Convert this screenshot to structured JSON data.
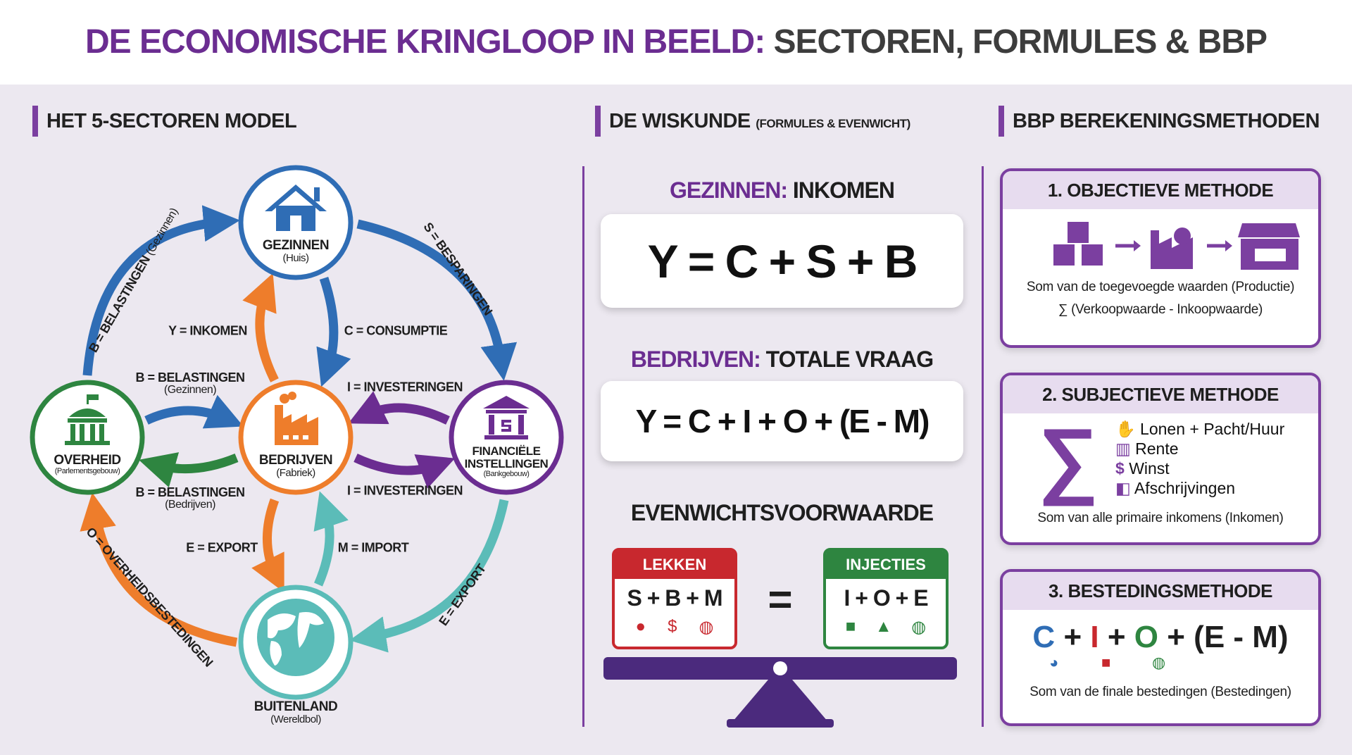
{
  "title": {
    "part1": "DE ECONOMISCHE KRINGLOOP IN BEELD:",
    "part2": "SECTOREN, FORMULES & BBP"
  },
  "sections": {
    "left": "HET 5-SECTOREN MODEL",
    "middle": "DE WISKUNDE",
    "middle_sub": "(FORMULES & EVENWICHT)",
    "right": "BBP BEREKENINGSMETHODEN"
  },
  "colors": {
    "purple": "#6b2d91",
    "blue": "#2f6db5",
    "orange": "#ee7d2b",
    "green": "#2e8540",
    "teal": "#5bbcb8",
    "red": "#c8282e"
  },
  "nodes": {
    "gezinnen": {
      "name": "GEZINNEN",
      "sub": "(Huis)",
      "icon": "house-icon"
    },
    "overheid": {
      "name": "OVERHEID",
      "sub": "(Parlementsgebouw)",
      "icon": "parliament-icon"
    },
    "bedrijven": {
      "name": "BEDRIJVEN",
      "sub": "(Fabriek)",
      "icon": "factory-icon"
    },
    "financiele": {
      "name1": "FINANCIËLE",
      "name2": "INSTELLINGEN",
      "sub": "(Bankgebouw)",
      "icon": "bank-icon"
    },
    "buitenland": {
      "name": "BUITENLAND",
      "sub": "(Wereldbol)",
      "icon": "globe-icon"
    }
  },
  "flows": {
    "belastingen_outer": "B = BELASTINGEN",
    "belastingen_outer_sub": "(Gezinnen)",
    "besparingen": "S = BESPARINGEN",
    "export_outer": "E = EXPORT",
    "overheidsbestedingen": "O = OVERHEIDSBESTEDINGEN",
    "inkomen": "Y = INKOMEN",
    "consumptie": "C = CONSUMPTIE",
    "belastingen_gez": "B = BELASTINGEN",
    "belastingen_gez_sub": "(Gezinnen)",
    "belastingen_bed": "B = BELASTINGEN",
    "belastingen_bed_sub": "(Bedrijven)",
    "investeringen_in": "I = INVESTERINGEN",
    "investeringen_out": "I = INVESTERINGEN",
    "export_inner": "E = EXPORT",
    "import": "M = IMPORT"
  },
  "math": {
    "h1a": "GEZINNEN:",
    "h1b": "INKOMEN",
    "f1": "Y = C + S + B",
    "h2a": "BEDRIJVEN:",
    "h2b": "TOTALE VRAAG",
    "f2": "Y = C + I + O + (E - M)",
    "h3": "EVENWICHTSVOORWAARDE",
    "lekken": {
      "label": "LEKKEN",
      "formula": "S + B + M",
      "icons": [
        "piggy-bank-icon",
        "money-bag-icon",
        "globe-icon"
      ]
    },
    "equals": "=",
    "injecties": {
      "label": "INJECTIES",
      "formula": "I + O + E",
      "icons": [
        "briefcase-icon",
        "bank-icon",
        "globe-icon"
      ]
    }
  },
  "methods": [
    {
      "title": "1. OBJECTIEVE METHODE",
      "line1": "Som van de toegevoegde waarden (Productie)",
      "line2": "∑ (Verkoopwaarde - Inkoopwaarde)",
      "icons": [
        "raw-materials-icon",
        "arrow-right-icon",
        "factory-gear-icon",
        "arrow-right-icon",
        "product-box-icon"
      ]
    },
    {
      "title": "2. SUBJECTIEVE METHODE",
      "items": [
        "Lonen + Pacht/Huur",
        "Rente",
        "Winst",
        "Afschrijvingen"
      ],
      "footer": "Som van alle primaire inkomens (Inkomen)"
    },
    {
      "title": "3. BESTEDINGSMETHODE",
      "terms": [
        "C",
        "+",
        "I",
        "+",
        "O",
        "+ (E - M)"
      ],
      "footer": "Som van de finale bestedingen (Bestedingen)"
    }
  ]
}
